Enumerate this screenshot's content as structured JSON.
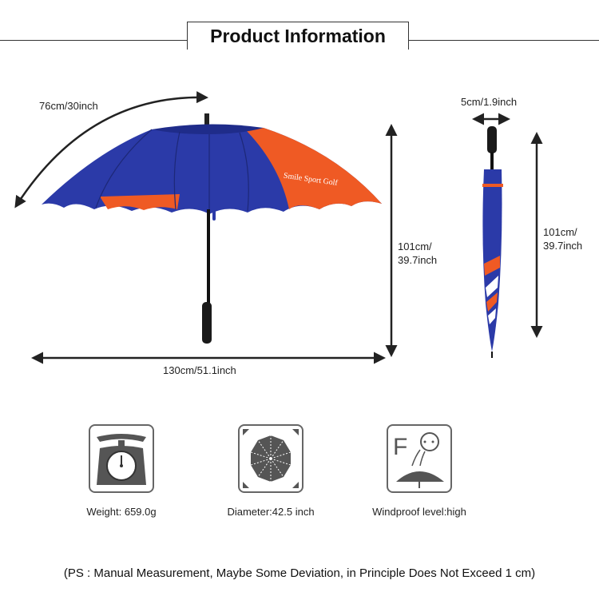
{
  "header": {
    "title": "Product Information"
  },
  "dimensions": {
    "arc_length": "76cm/30inch",
    "shaft_width": "5cm/1.9inch",
    "open_height_line1": "101cm/",
    "open_height_line2": "39.7inch",
    "closed_height_line1": "101cm/",
    "closed_height_line2": "39.7inch",
    "span": "130cm/51.1inch"
  },
  "features": [
    {
      "label": "Weight: 659.0g",
      "icon": "scale-icon"
    },
    {
      "label": "Diameter:42.5 inch",
      "icon": "umbrella-top-view-icon"
    },
    {
      "label": "Windproof level:high",
      "icon": "wind-icon"
    }
  ],
  "footnote": "(PS : Manual Measurement, Maybe Some Deviation, in Principle Does Not Exceed 1 cm)",
  "colors": {
    "blue": "#2b3aa8",
    "orange": "#ef5a24",
    "dark": "#222222"
  }
}
